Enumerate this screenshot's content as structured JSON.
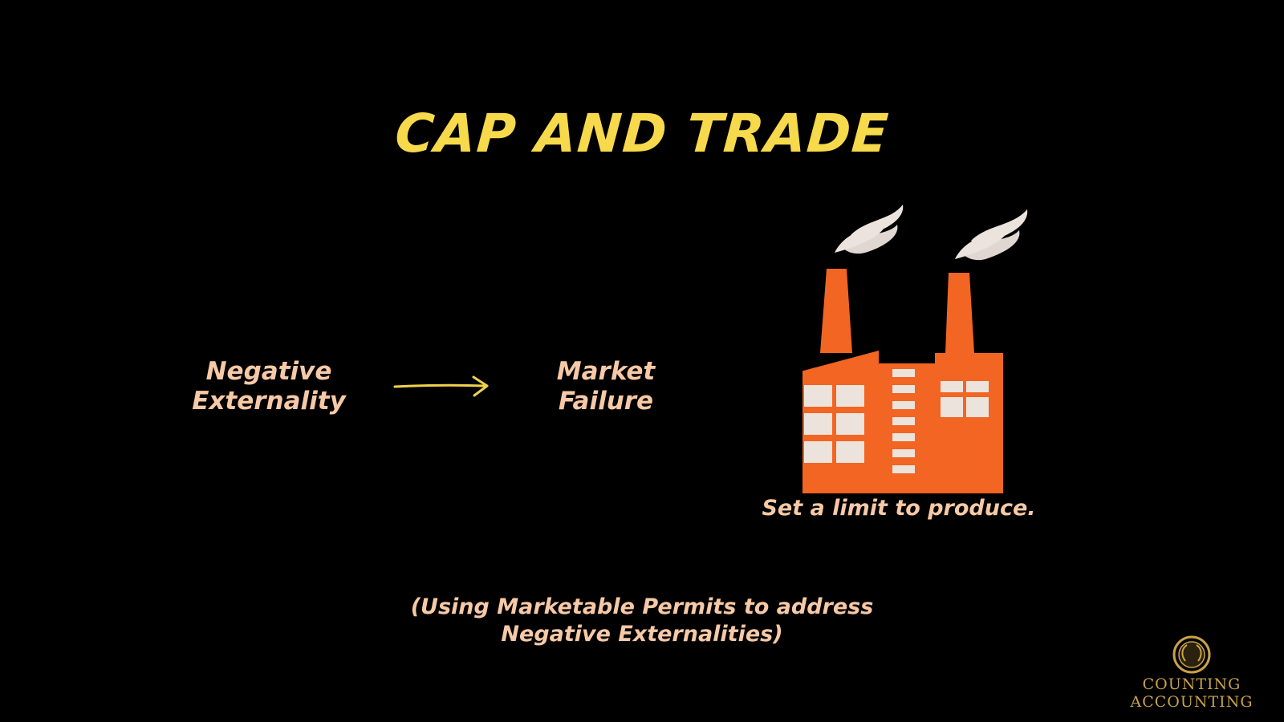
{
  "title": "CAP AND TRADE",
  "flow": {
    "from": {
      "line1": "Negative",
      "line2": "Externality"
    },
    "to": {
      "line1": "Market",
      "line2": "Failure"
    }
  },
  "factory": {
    "icon": "factory-icon",
    "caption": "Set a limit to produce."
  },
  "subtitle": {
    "line1": "(Using Marketable Permits to address",
    "line2": "Negative Externalities)"
  },
  "logo": {
    "line1": "COUNTING",
    "line2": "ACCOUNTING"
  },
  "colors": {
    "background": "#000000",
    "title": "#f7d94c",
    "text": "#f7c9a6",
    "arrow": "#f0d24a",
    "factory": "#f26522",
    "window": "#ece3dd",
    "smoke": "#ece3dd",
    "logo": "#c9a24a"
  }
}
